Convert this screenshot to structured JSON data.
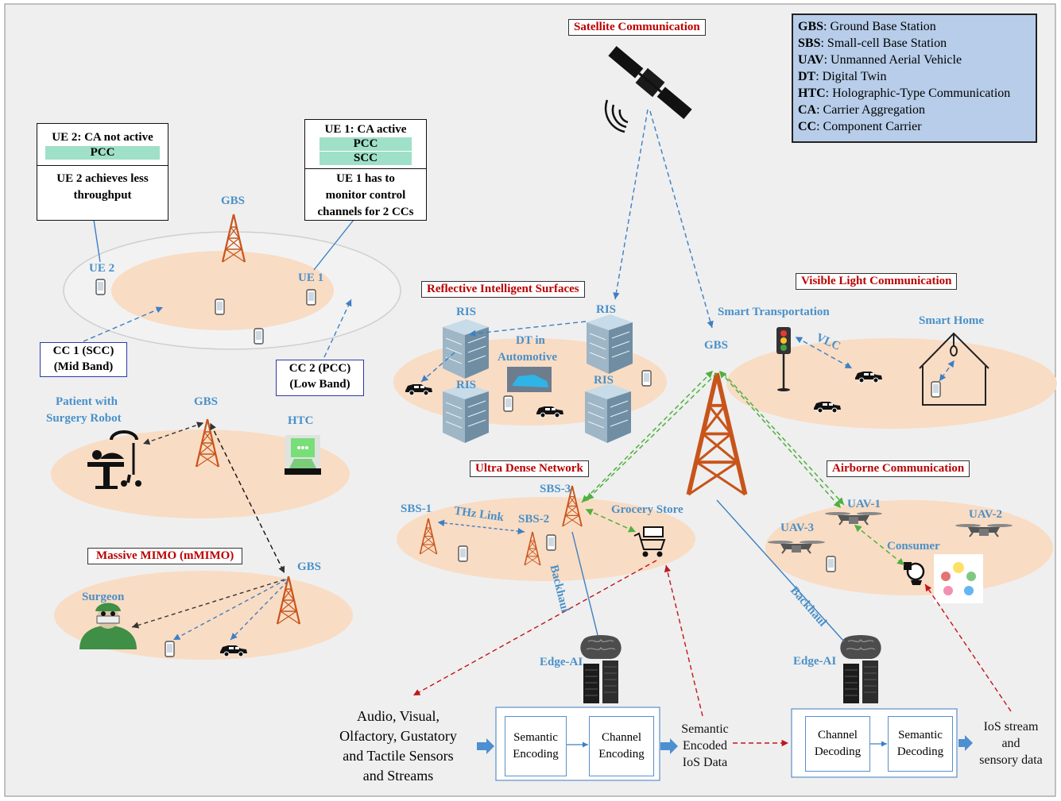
{
  "legend": [
    {
      "abbr": "GBS",
      "text": ": Ground Base Station"
    },
    {
      "abbr": "SBS",
      "text": ": Small-cell Base Station"
    },
    {
      "abbr": "UAV",
      "text": ": Unmanned Aerial Vehicle"
    },
    {
      "abbr": "DT",
      "text": ": Digital Twin"
    },
    {
      "abbr": "HTC",
      "text": ": Holographic-Type Communication"
    },
    {
      "abbr": "CA",
      "text": ": Carrier Aggregation"
    },
    {
      "abbr": "CC",
      "text": ": Component Carrier"
    }
  ],
  "section_titles": {
    "satellite": "Satellite Communication",
    "ris": "Reflective Intelligent Surfaces",
    "vlc": "Visible Light Communication",
    "udn": "Ultra Dense Network",
    "airborne": "Airborne Communication",
    "mimo": "Massive MIMO (mMIMO)"
  },
  "ue2_box": {
    "title": "UE 2: CA not active",
    "pcc": "PCC",
    "line1": "UE 2 achieves less",
    "line2": "throughput"
  },
  "ue1_box": {
    "title": "UE 1: CA active",
    "pcc": "PCC",
    "scc": "SCC",
    "line1": "UE 1 has to",
    "line2": "monitor control",
    "line3": "channels for 2 CCs"
  },
  "cc1_box": {
    "line1": "CC 1 (SCC)",
    "line2": "(Mid Band)"
  },
  "cc2_box": {
    "line1": "CC 2 (PCC)",
    "line2": "(Low Band)"
  },
  "labels": {
    "gbs_top": "GBS",
    "ue2": "UE 2",
    "ue1": "UE 1",
    "patient1": "Patient with",
    "patient2": "Surgery  Robot",
    "gbs_mid": "GBS",
    "htc": "HTC",
    "gbs_mimo": "GBS",
    "surgeon": "Surgeon",
    "ris1": "RIS",
    "ris2": "RIS",
    "ris3": "RIS",
    "ris4": "RIS",
    "dt1": "DT in",
    "dt2": "Automotive",
    "gbs_center": "GBS",
    "smart_transport": "Smart Transportation",
    "smart_home": "Smart Home",
    "vlc_link": "VLC",
    "sbs1": "SBS-1",
    "sbs2": "SBS-2",
    "sbs3": "SBS-3",
    "thz": "THz Link",
    "grocery": "Grocery Store",
    "backhaul1": "Backhaul",
    "backhaul2": "Backhaul",
    "uav1": "UAV-1",
    "uav2": "UAV-2",
    "uav3": "UAV-3",
    "consumer": "Consumer",
    "edge1": "Edge-AI",
    "edge2": "Edge-AI"
  },
  "pipeline": {
    "input1": "Audio, Visual,",
    "input2": "Olfactory, Gustatory",
    "input3": "and Tactile Sensors",
    "input4": "and Streams",
    "sem_enc1": "Semantic",
    "sem_enc2": "Encoding",
    "ch_enc1": "Channel",
    "ch_enc2": "Encoding",
    "mid1": "Semantic",
    "mid2": "Encoded",
    "mid3": "IoS Data",
    "ch_dec1": "Channel",
    "ch_dec2": "Decoding",
    "sem_dec1": "Semantic",
    "sem_dec2": "Decoding",
    "out1": "IoS stream",
    "out2": "and",
    "out3": "sensory data"
  }
}
